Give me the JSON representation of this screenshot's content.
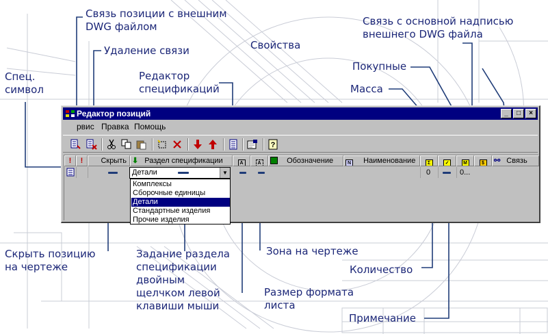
{
  "callouts": {
    "link_dwg": "Связь позиции с внешним\nDWG файлом",
    "remove_link": "Удаление связи",
    "properties": "Свойства",
    "spec_symbol": "Спец.\nсимвол",
    "spec_editor": "Редактор\nспецификаций",
    "link_title_block": "Связь с основной надписью\nвнешнего DWG файла",
    "purchased": "Покупные",
    "mass": "Масса",
    "hide_position": "Скрыть позицию\nна чертеже",
    "set_section": "Задание раздела\nспецификации\nдвойным\nщелчком левой\nклавиши мыши",
    "zone": "Зона на чертеже",
    "sheet_size": "Размер формата\nлиста",
    "quantity": "Количество",
    "note": "Примечание"
  },
  "window": {
    "title": "Редактор позиций",
    "minimize": "_",
    "maximize": "□",
    "close": "×"
  },
  "menu": [
    "рвис",
    "Правка",
    "Помощь"
  ],
  "toolbar_icons": [
    "link-dwg-icon",
    "remove-link-icon",
    "cut-icon",
    "copy-icon",
    "paste-icon",
    "new-icon",
    "delete-icon",
    "move-down-icon",
    "move-up-icon",
    "spec-editor-icon",
    "properties-icon",
    "help-icon"
  ],
  "columns": {
    "spec": "!",
    "excl": "!",
    "hide": "Скрыть",
    "section": "Раздел спецификации",
    "format_mark": "A",
    "zone_mark": "A",
    "designation": "Обозначение",
    "name_mark": "N",
    "name": "Наименование",
    "q_mark": "Σ",
    "note_mark": "✓",
    "mass_mark": "M",
    "purch_mark": "$",
    "link": "Связь"
  },
  "row": {
    "section_value": "Детали",
    "quantity": "0",
    "mass": "0..."
  },
  "dropdown_options": [
    "Комплексы",
    "Сборочные единицы",
    "Детали",
    "Стандартные изделия",
    "Прочие изделия"
  ],
  "dropdown_selected": "Детали",
  "colors": {
    "label": "#1c2778",
    "titlebar": "#000080",
    "window": "#c0c0c0",
    "pointer": "#1f3c78"
  }
}
